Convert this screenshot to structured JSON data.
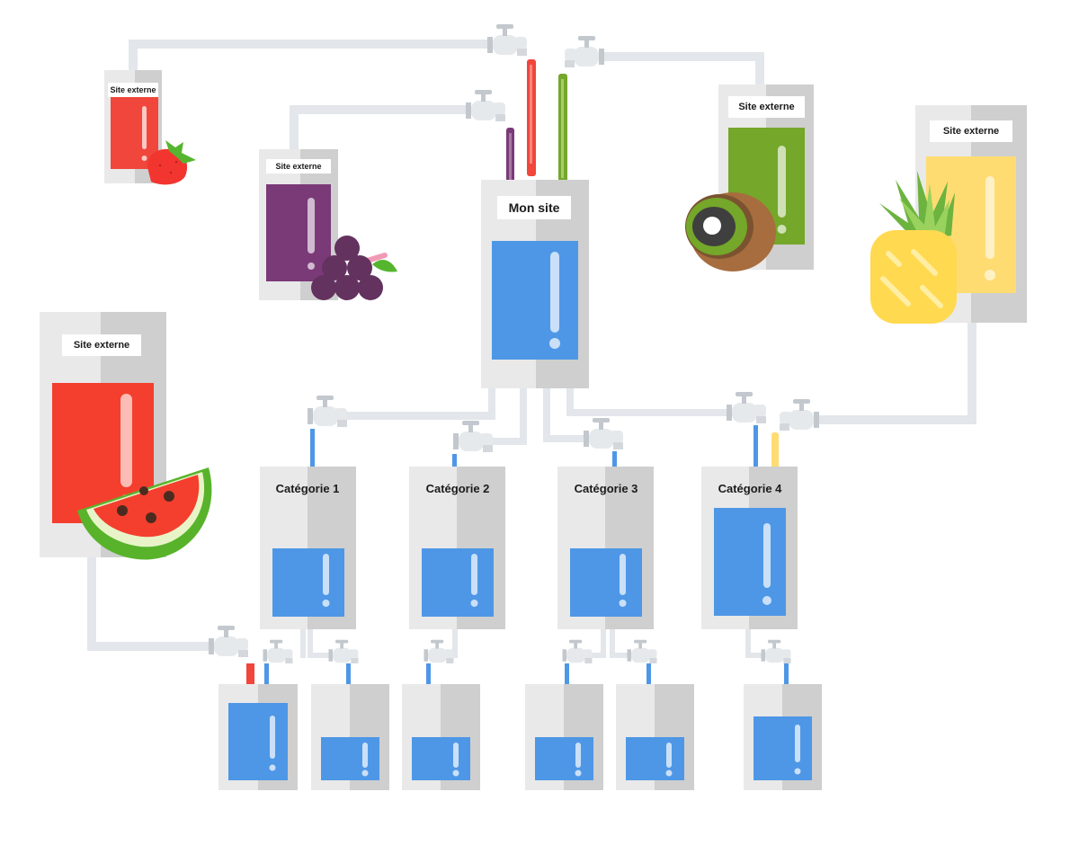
{
  "labels": {
    "external_1": "Site externe",
    "external_2": "Site externe",
    "external_3": "Site externe",
    "external_4": "Site externe",
    "external_5": "Site externe",
    "main_site": "Mon site",
    "category_1": "Catégorie 1",
    "category_2": "Catégorie 2",
    "category_3": "Catégorie 3",
    "category_4": "Catégorie 4"
  },
  "colors": {
    "pipe": "#e3e6ea",
    "pipe_shadow": "#c9ced4",
    "tank_light": "#e9e9e9",
    "tank_dark": "#cfcfcf",
    "water_blue": "#4e97e6",
    "strawberry_red": "#f0463b",
    "grape_purple": "#7a3a78",
    "kiwi_green": "#74a72a",
    "pineapple_yellow": "#ffdc72",
    "watermelon_red": "#f43f2e",
    "watermelon_rind": "#58b32b"
  },
  "icons": {
    "strawberry": "strawberry-icon",
    "grapes": "grapes-icon",
    "kiwi": "kiwi-icon",
    "pineapple": "pineapple-icon",
    "watermelon": "watermelon-icon",
    "faucet": "faucet-icon",
    "exclamation": "exclamation-icon"
  }
}
